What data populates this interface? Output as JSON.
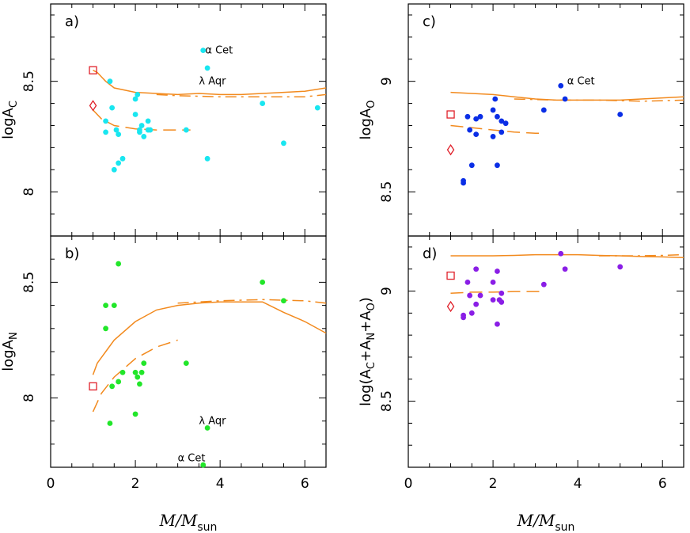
{
  "chart_data": [
    {
      "panel": "a)",
      "type": "scatter",
      "xlim": [
        0,
        6.5
      ],
      "ylim": [
        7.8,
        8.85
      ],
      "xticks": [
        0,
        2,
        4,
        6
      ],
      "yticks": [
        8,
        8.5
      ],
      "ytick_labels": [
        "8",
        "8.5"
      ],
      "ylabel_main": "logA",
      "ylabel_sub": "C",
      "xlabel_main": "M/M",
      "xlabel_sub": "sun",
      "point_color": "#19e6f0",
      "points": [
        [
          1.3,
          8.27
        ],
        [
          1.3,
          8.32
        ],
        [
          1.4,
          8.5
        ],
        [
          1.45,
          8.38
        ],
        [
          1.5,
          8.1
        ],
        [
          1.55,
          8.28
        ],
        [
          1.6,
          8.26
        ],
        [
          1.6,
          8.13
        ],
        [
          1.7,
          8.15
        ],
        [
          2.0,
          8.42
        ],
        [
          2.0,
          8.35
        ],
        [
          2.05,
          8.44
        ],
        [
          2.1,
          8.27
        ],
        [
          2.1,
          8.28
        ],
        [
          2.15,
          8.3
        ],
        [
          2.2,
          8.25
        ],
        [
          2.3,
          8.32
        ],
        [
          2.3,
          8.28
        ],
        [
          2.35,
          8.28
        ],
        [
          3.2,
          8.28
        ],
        [
          3.6,
          8.64
        ],
        [
          3.7,
          8.56
        ],
        [
          3.7,
          8.15
        ],
        [
          5.0,
          8.4
        ],
        [
          5.5,
          8.22
        ],
        [
          6.3,
          8.38
        ]
      ],
      "sun_square": [
        1.0,
        8.55
      ],
      "sun_diamond": [
        1.0,
        8.39
      ],
      "curves": [
        {
          "style": "solid",
          "points": [
            [
              1.0,
              8.55
            ],
            [
              1.1,
              8.54
            ],
            [
              1.3,
              8.5
            ],
            [
              1.5,
              8.47
            ],
            [
              2.0,
              8.45
            ],
            [
              2.5,
              8.445
            ],
            [
              3.0,
              8.44
            ],
            [
              3.5,
              8.445
            ],
            [
              4.0,
              8.44
            ],
            [
              4.5,
              8.44
            ],
            [
              5.0,
              8.445
            ],
            [
              5.5,
              8.45
            ],
            [
              6.0,
              8.455
            ],
            [
              6.5,
              8.47
            ]
          ]
        },
        {
          "style": "dashdot",
          "points": [
            [
              2.5,
              8.44
            ],
            [
              3.0,
              8.435
            ],
            [
              4.0,
              8.43
            ],
            [
              5.0,
              8.43
            ],
            [
              6.0,
              8.43
            ],
            [
              6.5,
              8.44
            ]
          ]
        },
        {
          "style": "dashed",
          "points": [
            [
              1.0,
              8.37
            ],
            [
              1.2,
              8.33
            ],
            [
              1.5,
              8.3
            ],
            [
              2.0,
              8.285
            ],
            [
              2.5,
              8.28
            ],
            [
              3.0,
              8.28
            ],
            [
              3.3,
              8.28
            ]
          ]
        }
      ],
      "annotations": [
        {
          "text": "α  Cet",
          "x": 3.65,
          "y": 8.64
        },
        {
          "text": "λ  Aqr",
          "x": 3.5,
          "y": 8.5
        }
      ]
    },
    {
      "panel": "b)",
      "type": "scatter",
      "xlim": [
        0,
        6.5
      ],
      "ylim": [
        7.7,
        8.7
      ],
      "xticks": [
        0,
        2,
        4,
        6
      ],
      "xtick_labels": [
        "0",
        "2",
        "4",
        "6"
      ],
      "yticks": [
        8,
        8.5
      ],
      "ytick_labels": [
        "8",
        "8.5"
      ],
      "ylabel_main": "logA",
      "ylabel_sub": "N",
      "xlabel_main": "M/M",
      "xlabel_sub": "sun",
      "point_color": "#22e62a",
      "points": [
        [
          1.3,
          8.4
        ],
        [
          1.3,
          8.3
        ],
        [
          1.4,
          7.89
        ],
        [
          1.45,
          8.05
        ],
        [
          1.5,
          8.4
        ],
        [
          1.6,
          8.58
        ],
        [
          1.6,
          8.07
        ],
        [
          1.7,
          8.11
        ],
        [
          2.0,
          8.11
        ],
        [
          2.0,
          7.93
        ],
        [
          2.05,
          8.09
        ],
        [
          2.1,
          8.06
        ],
        [
          2.15,
          8.11
        ],
        [
          2.2,
          8.15
        ],
        [
          3.2,
          8.15
        ],
        [
          3.6,
          7.71
        ],
        [
          3.7,
          7.87
        ],
        [
          5.0,
          8.5
        ],
        [
          5.5,
          8.42
        ]
      ],
      "sun_square": [
        1.0,
        8.05
      ],
      "curves": [
        {
          "style": "solid",
          "points": [
            [
              1.0,
              8.1
            ],
            [
              1.1,
              8.15
            ],
            [
              1.3,
              8.2
            ],
            [
              1.5,
              8.25
            ],
            [
              2.0,
              8.33
            ],
            [
              2.5,
              8.38
            ],
            [
              3.0,
              8.4
            ],
            [
              3.5,
              8.41
            ],
            [
              4.0,
              8.415
            ],
            [
              4.5,
              8.415
            ],
            [
              5.0,
              8.415
            ],
            [
              5.5,
              8.37
            ],
            [
              6.0,
              8.33
            ],
            [
              6.5,
              8.28
            ]
          ]
        },
        {
          "style": "dashdot",
          "points": [
            [
              3.0,
              8.41
            ],
            [
              4.0,
              8.42
            ],
            [
              5.0,
              8.425
            ],
            [
              6.0,
              8.42
            ],
            [
              6.5,
              8.41
            ]
          ]
        },
        {
          "style": "dashed",
          "points": [
            [
              1.0,
              7.94
            ],
            [
              1.2,
              8.02
            ],
            [
              1.5,
              8.09
            ],
            [
              2.0,
              8.17
            ],
            [
              2.5,
              8.22
            ],
            [
              3.0,
              8.25
            ]
          ]
        }
      ],
      "annotations": [
        {
          "text": "λ  Aqr",
          "x": 3.5,
          "y": 7.9
        },
        {
          "text": "α  Cet",
          "x": 3.0,
          "y": 7.74
        }
      ]
    },
    {
      "panel": "c)",
      "type": "scatter",
      "xlim": [
        0,
        6.5
      ],
      "ylim": [
        8.3,
        9.35
      ],
      "xticks": [
        0,
        2,
        4,
        6
      ],
      "yticks": [
        8.5,
        9
      ],
      "ytick_labels": [
        "8.5",
        "9"
      ],
      "ylabel_main": "logA",
      "ylabel_sub": "O",
      "xlabel_main": "M/M",
      "xlabel_sub": "sun",
      "point_color": "#0a2ee6",
      "points": [
        [
          1.3,
          8.55
        ],
        [
          1.3,
          8.54
        ],
        [
          1.4,
          8.84
        ],
        [
          1.45,
          8.78
        ],
        [
          1.5,
          8.62
        ],
        [
          1.6,
          8.76
        ],
        [
          1.6,
          8.83
        ],
        [
          1.7,
          8.84
        ],
        [
          2.0,
          8.87
        ],
        [
          2.0,
          8.75
        ],
        [
          2.05,
          8.92
        ],
        [
          2.1,
          8.84
        ],
        [
          2.1,
          8.62
        ],
        [
          2.2,
          8.82
        ],
        [
          2.2,
          8.77
        ],
        [
          2.3,
          8.81
        ],
        [
          3.2,
          8.87
        ],
        [
          3.6,
          8.98
        ],
        [
          3.7,
          8.92
        ],
        [
          5.0,
          8.85
        ]
      ],
      "sun_square": [
        1.0,
        8.85
      ],
      "sun_diamond": [
        1.0,
        8.69
      ],
      "curves": [
        {
          "style": "solid",
          "points": [
            [
              1.0,
              8.95
            ],
            [
              1.5,
              8.945
            ],
            [
              2.0,
              8.94
            ],
            [
              2.5,
              8.93
            ],
            [
              3.0,
              8.92
            ],
            [
              3.5,
              8.915
            ],
            [
              4.0,
              8.915
            ],
            [
              4.5,
              8.915
            ],
            [
              5.0,
              8.915
            ],
            [
              5.5,
              8.92
            ],
            [
              6.0,
              8.925
            ],
            [
              6.5,
              8.93
            ]
          ]
        },
        {
          "style": "dashdot",
          "points": [
            [
              2.5,
              8.92
            ],
            [
              3.5,
              8.915
            ],
            [
              4.5,
              8.915
            ],
            [
              5.5,
              8.91
            ],
            [
              6.5,
              8.915
            ]
          ]
        },
        {
          "style": "dashed",
          "points": [
            [
              1.0,
              8.8
            ],
            [
              1.5,
              8.79
            ],
            [
              2.0,
              8.78
            ],
            [
              2.5,
              8.77
            ],
            [
              3.0,
              8.765
            ],
            [
              3.2,
              8.765
            ]
          ]
        }
      ],
      "annotations": [
        {
          "text": "α  Cet",
          "x": 3.75,
          "y": 9.0
        }
      ]
    },
    {
      "panel": "d)",
      "type": "scatter",
      "xlim": [
        0,
        6.5
      ],
      "ylim": [
        8.2,
        9.25
      ],
      "xticks": [
        0,
        2,
        4,
        6
      ],
      "xtick_labels": [
        "0",
        "2",
        "4",
        "6"
      ],
      "yticks": [
        8.5,
        9
      ],
      "ytick_labels": [
        "8.5",
        "9"
      ],
      "ylabel_main": "log(A",
      "ylabel_c": "C",
      "ylabel_n": "N",
      "ylabel_o": "O",
      "ylabel_plus": "+A",
      "ylabel_close": ")",
      "xlabel_main": "M/M",
      "xlabel_sub": "sun",
      "point_color": "#8a1ee6",
      "points": [
        [
          1.3,
          8.89
        ],
        [
          1.3,
          8.88
        ],
        [
          1.4,
          9.04
        ],
        [
          1.45,
          8.98
        ],
        [
          1.5,
          8.9
        ],
        [
          1.6,
          9.1
        ],
        [
          1.6,
          8.94
        ],
        [
          1.7,
          8.98
        ],
        [
          2.0,
          9.04
        ],
        [
          2.0,
          8.96
        ],
        [
          2.1,
          9.09
        ],
        [
          2.1,
          8.85
        ],
        [
          2.15,
          8.96
        ],
        [
          2.2,
          8.99
        ],
        [
          2.2,
          8.95
        ],
        [
          3.2,
          9.03
        ],
        [
          3.6,
          9.17
        ],
        [
          3.7,
          9.1
        ],
        [
          5.0,
          9.11
        ]
      ],
      "sun_square": [
        1.0,
        9.07
      ],
      "sun_diamond": [
        1.0,
        8.93
      ],
      "curves": [
        {
          "style": "solid",
          "points": [
            [
              1.0,
              9.16
            ],
            [
              1.5,
              9.16
            ],
            [
              2.0,
              9.16
            ],
            [
              2.5,
              9.162
            ],
            [
              3.0,
              9.165
            ],
            [
              3.5,
              9.165
            ],
            [
              4.0,
              9.165
            ],
            [
              4.5,
              9.162
            ],
            [
              5.0,
              9.16
            ],
            [
              5.5,
              9.157
            ],
            [
              6.0,
              9.155
            ],
            [
              6.5,
              9.152
            ]
          ]
        },
        {
          "style": "dashdot",
          "points": [
            [
              4.5,
              9.16
            ],
            [
              5.5,
              9.16
            ],
            [
              6.0,
              9.162
            ],
            [
              6.5,
              9.165
            ]
          ]
        },
        {
          "style": "dashed",
          "points": [
            [
              1.0,
              8.99
            ],
            [
              1.5,
              8.995
            ],
            [
              2.0,
              8.995
            ],
            [
              2.5,
              8.998
            ],
            [
              3.0,
              8.998
            ],
            [
              3.2,
              8.998
            ]
          ]
        }
      ],
      "annotations": []
    }
  ]
}
